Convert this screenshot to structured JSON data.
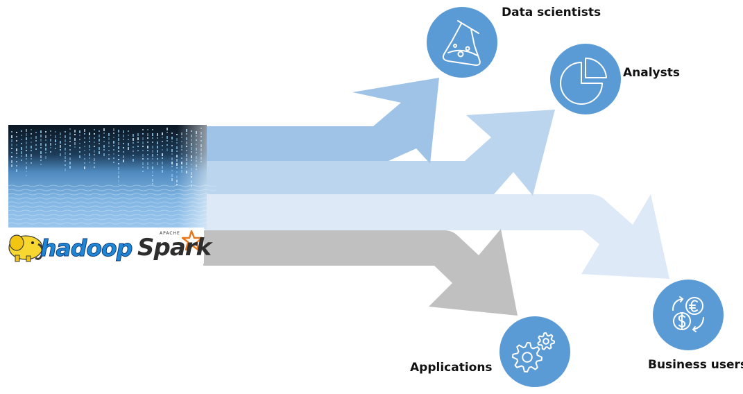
{
  "diagram": {
    "source": {
      "logos": {
        "hadoop": "hadoop",
        "apache": "APACHE",
        "spark": "Spark"
      }
    },
    "targets": {
      "data_scientists": {
        "label": "Data scientists",
        "icon": "flask-icon"
      },
      "analysts": {
        "label": "Analysts",
        "icon": "pie-chart-icon"
      },
      "applications": {
        "label": "Applications",
        "icon": "gears-icon"
      },
      "business_users": {
        "label": "Business users",
        "icon": "currency-exchange-icon"
      }
    },
    "colors": {
      "circle": "#5b9bd5",
      "arrow_data_scientists": "#9fc3e6",
      "arrow_analysts": "#bcd5ee",
      "arrow_business_users": "#dde9f7",
      "arrow_applications": "#c0c0c0",
      "hadoop_elephant": "#f7d730",
      "spark_star": "#e8761b"
    }
  }
}
